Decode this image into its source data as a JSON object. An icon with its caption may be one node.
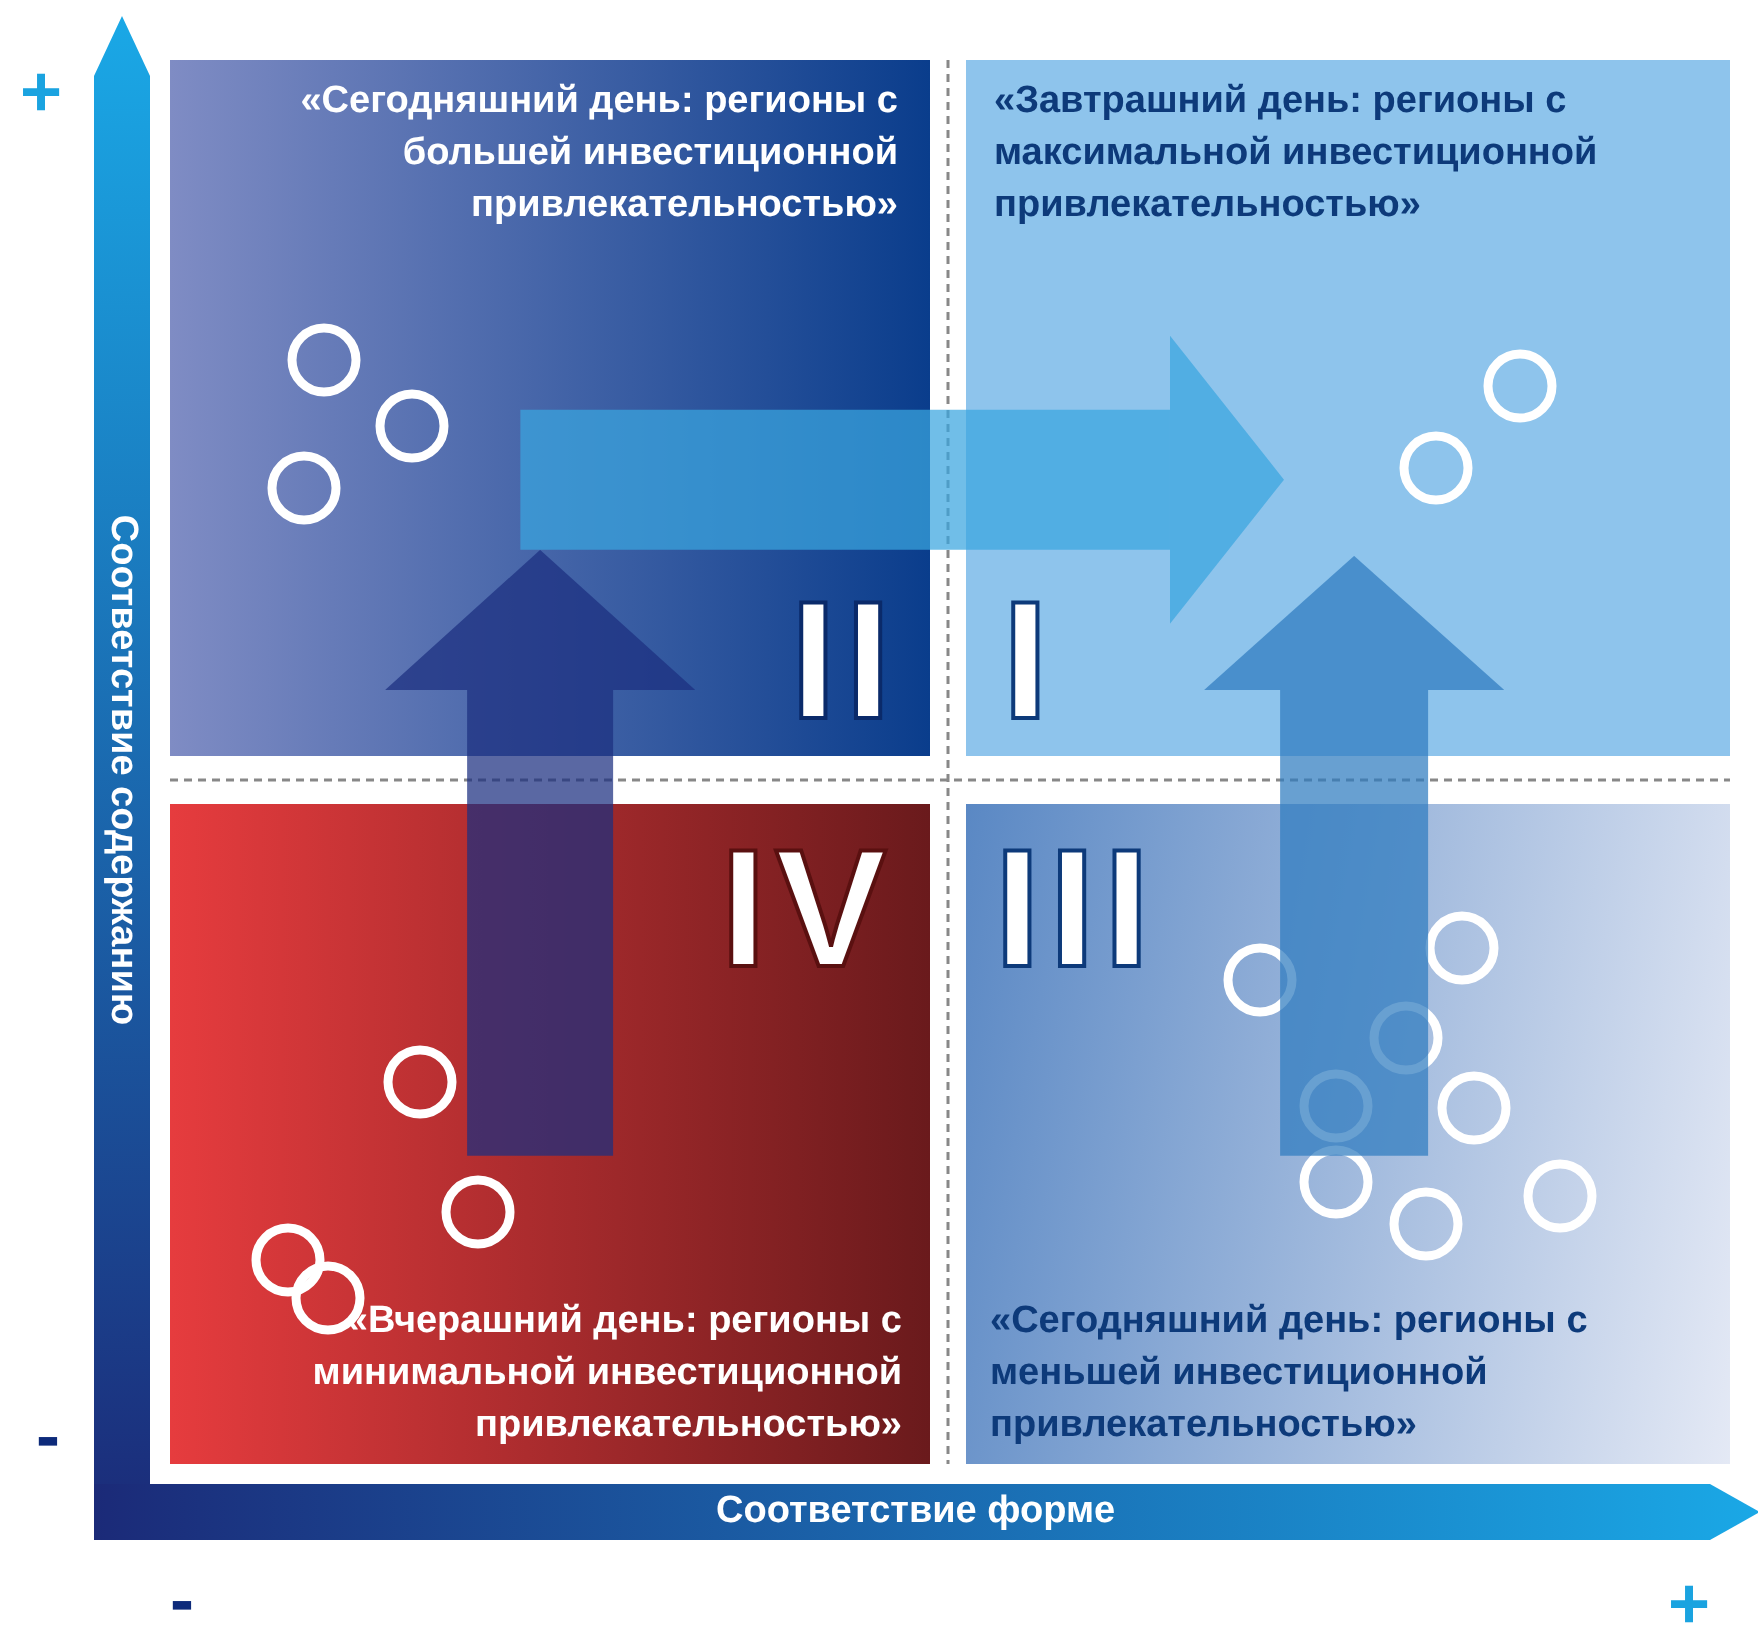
{
  "diagram": {
    "nodes": [
      {
        "text": [
          "«Сегодняшний день: регионы с большей инвестиционной привлекательностью»",
          "II"
        ]
      },
      {
        "text": [
          "«Завтрашний день: регионы с максимальной инвестиционной привлекательностью»",
          "I"
        ]
      },
      {
        "text": [
          "IV",
          "«Вчерашний день: регионы с минимальной инвестиционной привлекательностью»"
        ]
      },
      {
        "text": [
          "III",
          "«Сегодняшний день: регионы с меньшей инвестиционной привлекательностью»"
        ]
      }
    ],
    "edges": [
      {
        "from": 2,
        "to": 0,
        "arrow": "to",
        "color": "#1c2f80"
      },
      {
        "from": 0,
        "to": 1,
        "arrow": "to",
        "color": "#3aa6e0"
      },
      {
        "from": 3,
        "to": 1,
        "arrow": "to",
        "color": "#2f7cc0"
      }
    ],
    "labels": [
      "+",
      "Соответствие содержанию",
      "-",
      "Соответствие форме",
      "-",
      "+"
    ]
  }
}
